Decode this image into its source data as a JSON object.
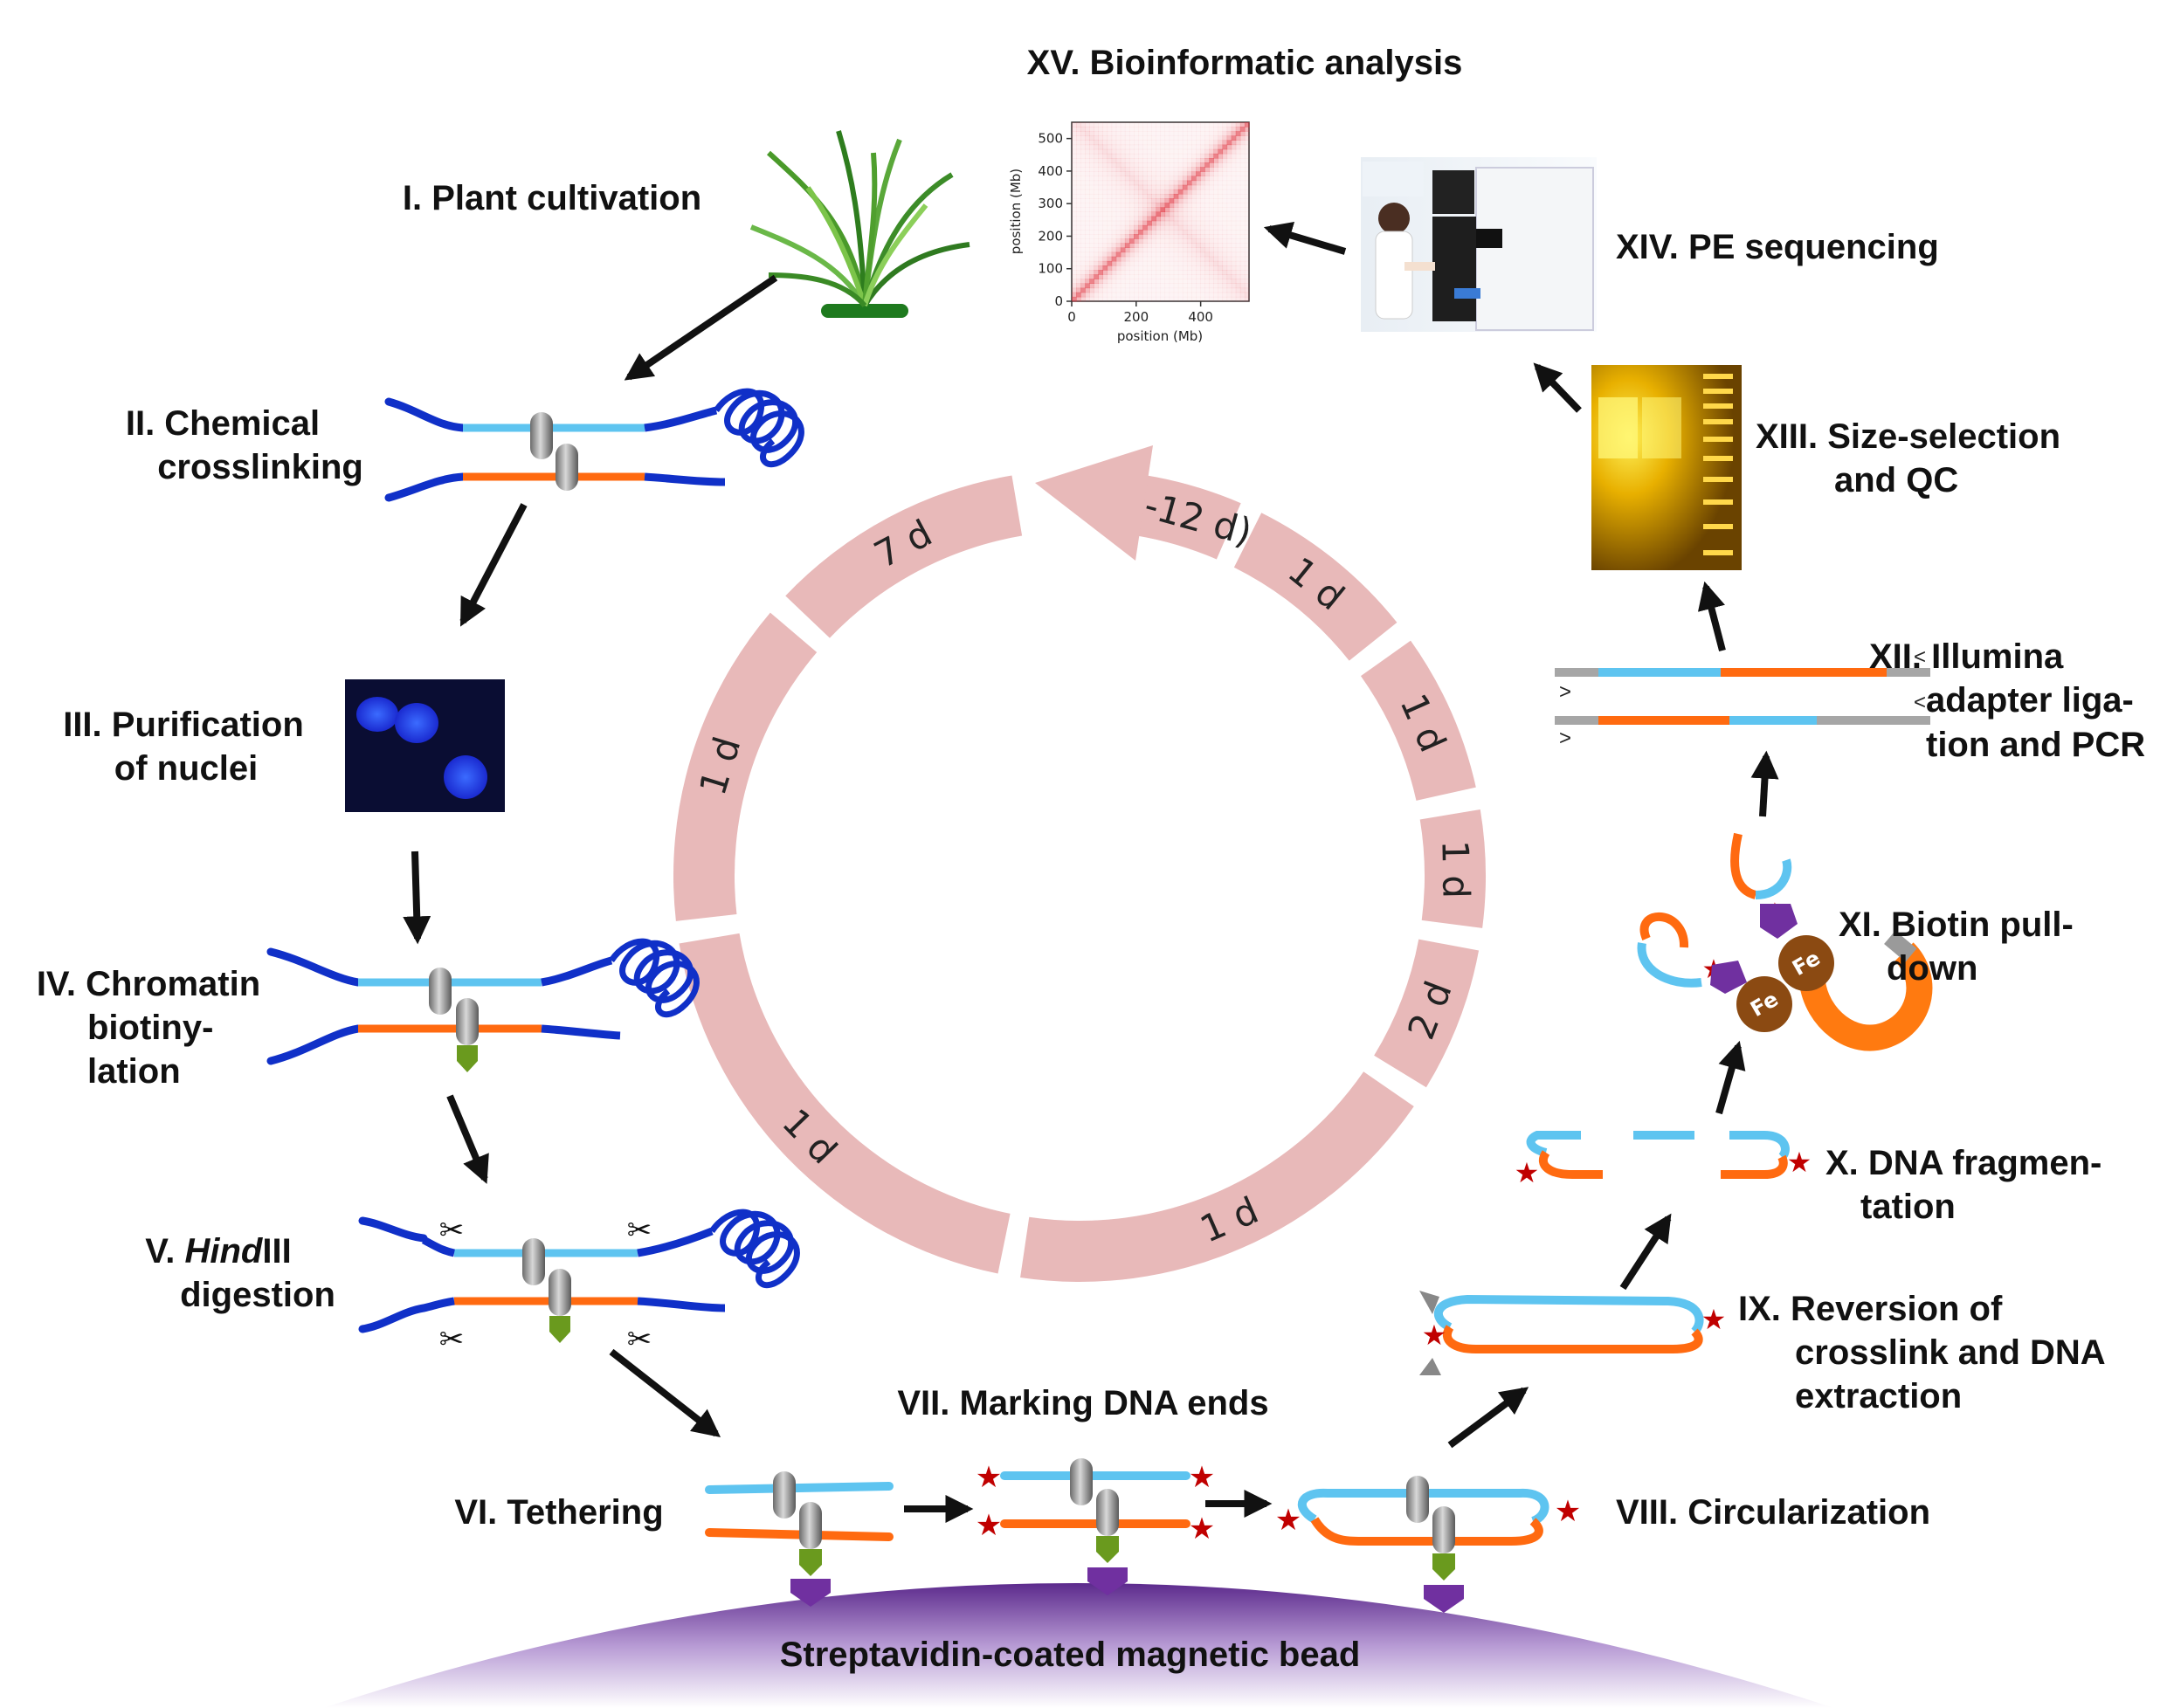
{
  "steps": {
    "s1": "I. Plant cultivation",
    "s2a": "II. Chemical",
    "s2b": "crosslinking",
    "s3a": "III. Purification",
    "s3b": "of nuclei",
    "s4a": "IV. Chromatin",
    "s4b": "biotiny-",
    "s4c": "lation",
    "s5_num": "V. ",
    "s5_enzyme_italic": "Hind",
    "s5_enzyme_rest": "III",
    "s5b": "digestion",
    "s6": "VI. Tethering",
    "s7": "VII. Marking DNA ends",
    "s8": "VIII. Circularization",
    "s9a": "IX. Reversion of",
    "s9b": "crosslink and DNA",
    "s9c": "extraction",
    "s10a": "X. DNA fragmen-",
    "s10b": "tation",
    "s11a": "XI. Biotin pull-",
    "s11b": "down",
    "s12a": "XII. Illumina",
    "s12b": "adapter liga-",
    "s12c": "tion and PCR",
    "s13a": "XIII. Size-selection",
    "s13b": "and QC",
    "s14": "XIV. PE sequencing",
    "s15": "XV. Bioinformatic analysis"
  },
  "bead_label": "Streptavidin-coated magnetic bead",
  "magnet_label": "Fe",
  "timeline": {
    "segments": [
      "7 d",
      "1 d",
      "1 d",
      "1 d",
      "2 d",
      "1 d",
      "1 d",
      "1 d",
      "(2-12 d)"
    ],
    "color": "#e8b9b9"
  },
  "chart_data": {
    "type": "heatmap",
    "xlabel": "position (Mb)",
    "ylabel": "position (Mb)",
    "xticks": [
      "0",
      "200",
      "400"
    ],
    "yticks": [
      "0",
      "100",
      "200",
      "300",
      "400",
      "500"
    ],
    "xlim": [
      0,
      550
    ],
    "ylim": [
      0,
      550
    ],
    "color": "#e0303c"
  },
  "colors": {
    "dark_blue": "#1030c8",
    "light_blue": "#5ec4f0",
    "orange": "#ff6a10",
    "gray": "#9a9a9a",
    "green": "#6a9a1e",
    "purple": "#7030a0",
    "star": "#c00000",
    "arrow": "#111111",
    "iron": "#8b4a12"
  }
}
